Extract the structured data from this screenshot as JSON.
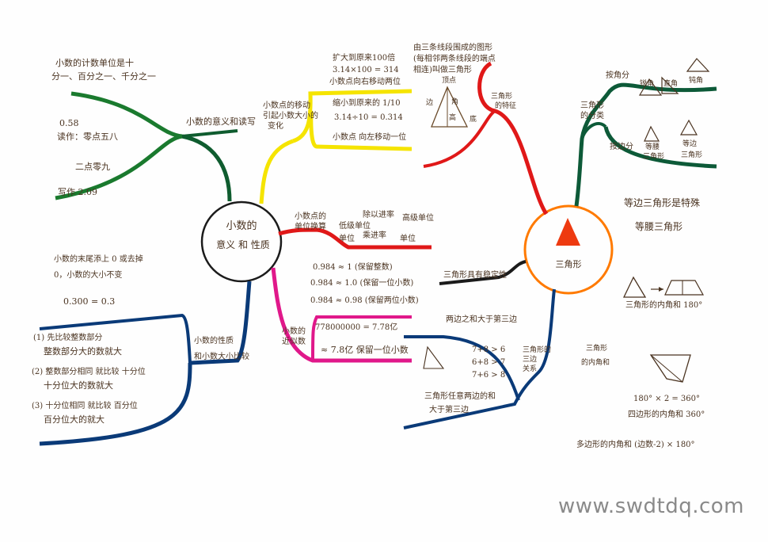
{
  "decimals": {
    "center": {
      "line1": "小数的",
      "line2": "意义 和 性质"
    },
    "meaning": {
      "label": "小数的意义和读写",
      "intro": [
        "小数的计数单位是十",
        "分一、百分之一、千分之一"
      ],
      "e1": "0.58",
      "e2": "读作：零点五八",
      "e3": "二点零九",
      "e4": "写作 2.09"
    },
    "move": {
      "label": [
        "小数点的移动",
        "引起小数大小的",
        "变化"
      ],
      "a1": "扩大到原来100倍",
      "a2": "3.14×100 = 314",
      "a3": "小数点向右移动两位",
      "b1": "缩小到原来的 1/10",
      "b2": "3.14÷10 = 0.314",
      "b3": "小数点 向左移动一位"
    },
    "units": {
      "label": [
        "小数点的",
        "单位换算"
      ],
      "r1a": "低级单位",
      "r1b": "除以进率",
      "r1c": "高级单位",
      "r2a": "单位",
      "r2b": "乘进率",
      "r2c": "单位"
    },
    "approx": {
      "label": [
        "小数的",
        "近似数"
      ],
      "l1": "0.984 ≈ 1 (保留整数)",
      "l2": "0.984 ≈ 1.0 (保留一位小数)",
      "l3": "0.984 ≈ 0.98 (保留两位小数)",
      "l4": "778000000 = 7.78亿",
      "l5": "≈ 7.8亿 保留一位小数"
    },
    "property": {
      "l1": "小数的末尾添上 0 或去掉",
      "l2": "0，小数的大小不变",
      "l3": "0.300 = 0.3"
    },
    "compare": {
      "label": [
        "小数的性质",
        "和小数大小比较"
      ],
      "c1": "(1) 先比较整数部分",
      "c2": "整数部分大的数就大",
      "c3": "(2) 整数部分相同 就比较 十分位",
      "c4": "十分位大的数就大",
      "c5": "(3) 十分位相同 就比较 百分位",
      "c6": "百分位大的就大"
    }
  },
  "triangle": {
    "center": {
      "label": "三角形"
    },
    "features": {
      "label": [
        "三角形",
        "的特征"
      ],
      "top1": "由三条线段围成的图形",
      "top2": "(每相邻两条线段的端点",
      "top3": "相连)叫做三角形",
      "parts": [
        "顶点",
        "边",
        "角",
        "高",
        "底"
      ]
    },
    "classify": {
      "label": [
        "三角形",
        "的分类"
      ],
      "byAngle": "按角分",
      "angleTypes": [
        "锐角",
        "直角",
        "钝角"
      ],
      "bySide": "按边分",
      "sideTypes": [
        "等腰",
        "三角形",
        "等边",
        "三角形"
      ],
      "note1": "等边三角形是特殊",
      "note2": "等腰三角形"
    },
    "stable": {
      "label": "三角形具有稳定性"
    },
    "sides": {
      "label": [
        "三角形的",
        "三边",
        "关系"
      ],
      "title": "两边之和大于第三边",
      "ineq": [
        "7+8 > 6",
        "6+8 > 7",
        "7+6 > 8"
      ],
      "s1": "三角形任意两边的和",
      "s2": "大于第三边"
    },
    "angles": {
      "label": [
        "三角形",
        "的内角和"
      ],
      "eq1": "三角形的内角和 180°",
      "eq2": "180° × 2 = 360°",
      "eq3": "四边形的内角和 360°",
      "eq4": "多边形的内角和 (边数-2) × 180°"
    }
  },
  "watermark": "www.swdtdq.com",
  "colors": {
    "green": "#1a7a2e",
    "darkgreen": "#0f5c2f",
    "yellow": "#f5e400",
    "red": "#e01818",
    "magenta": "#e0188a",
    "navy": "#0a3a78",
    "black": "#1b1b1b",
    "orange": "#ff7a00",
    "triRed": "#ee3a10",
    "darkgreen2": "#0d5a38"
  }
}
